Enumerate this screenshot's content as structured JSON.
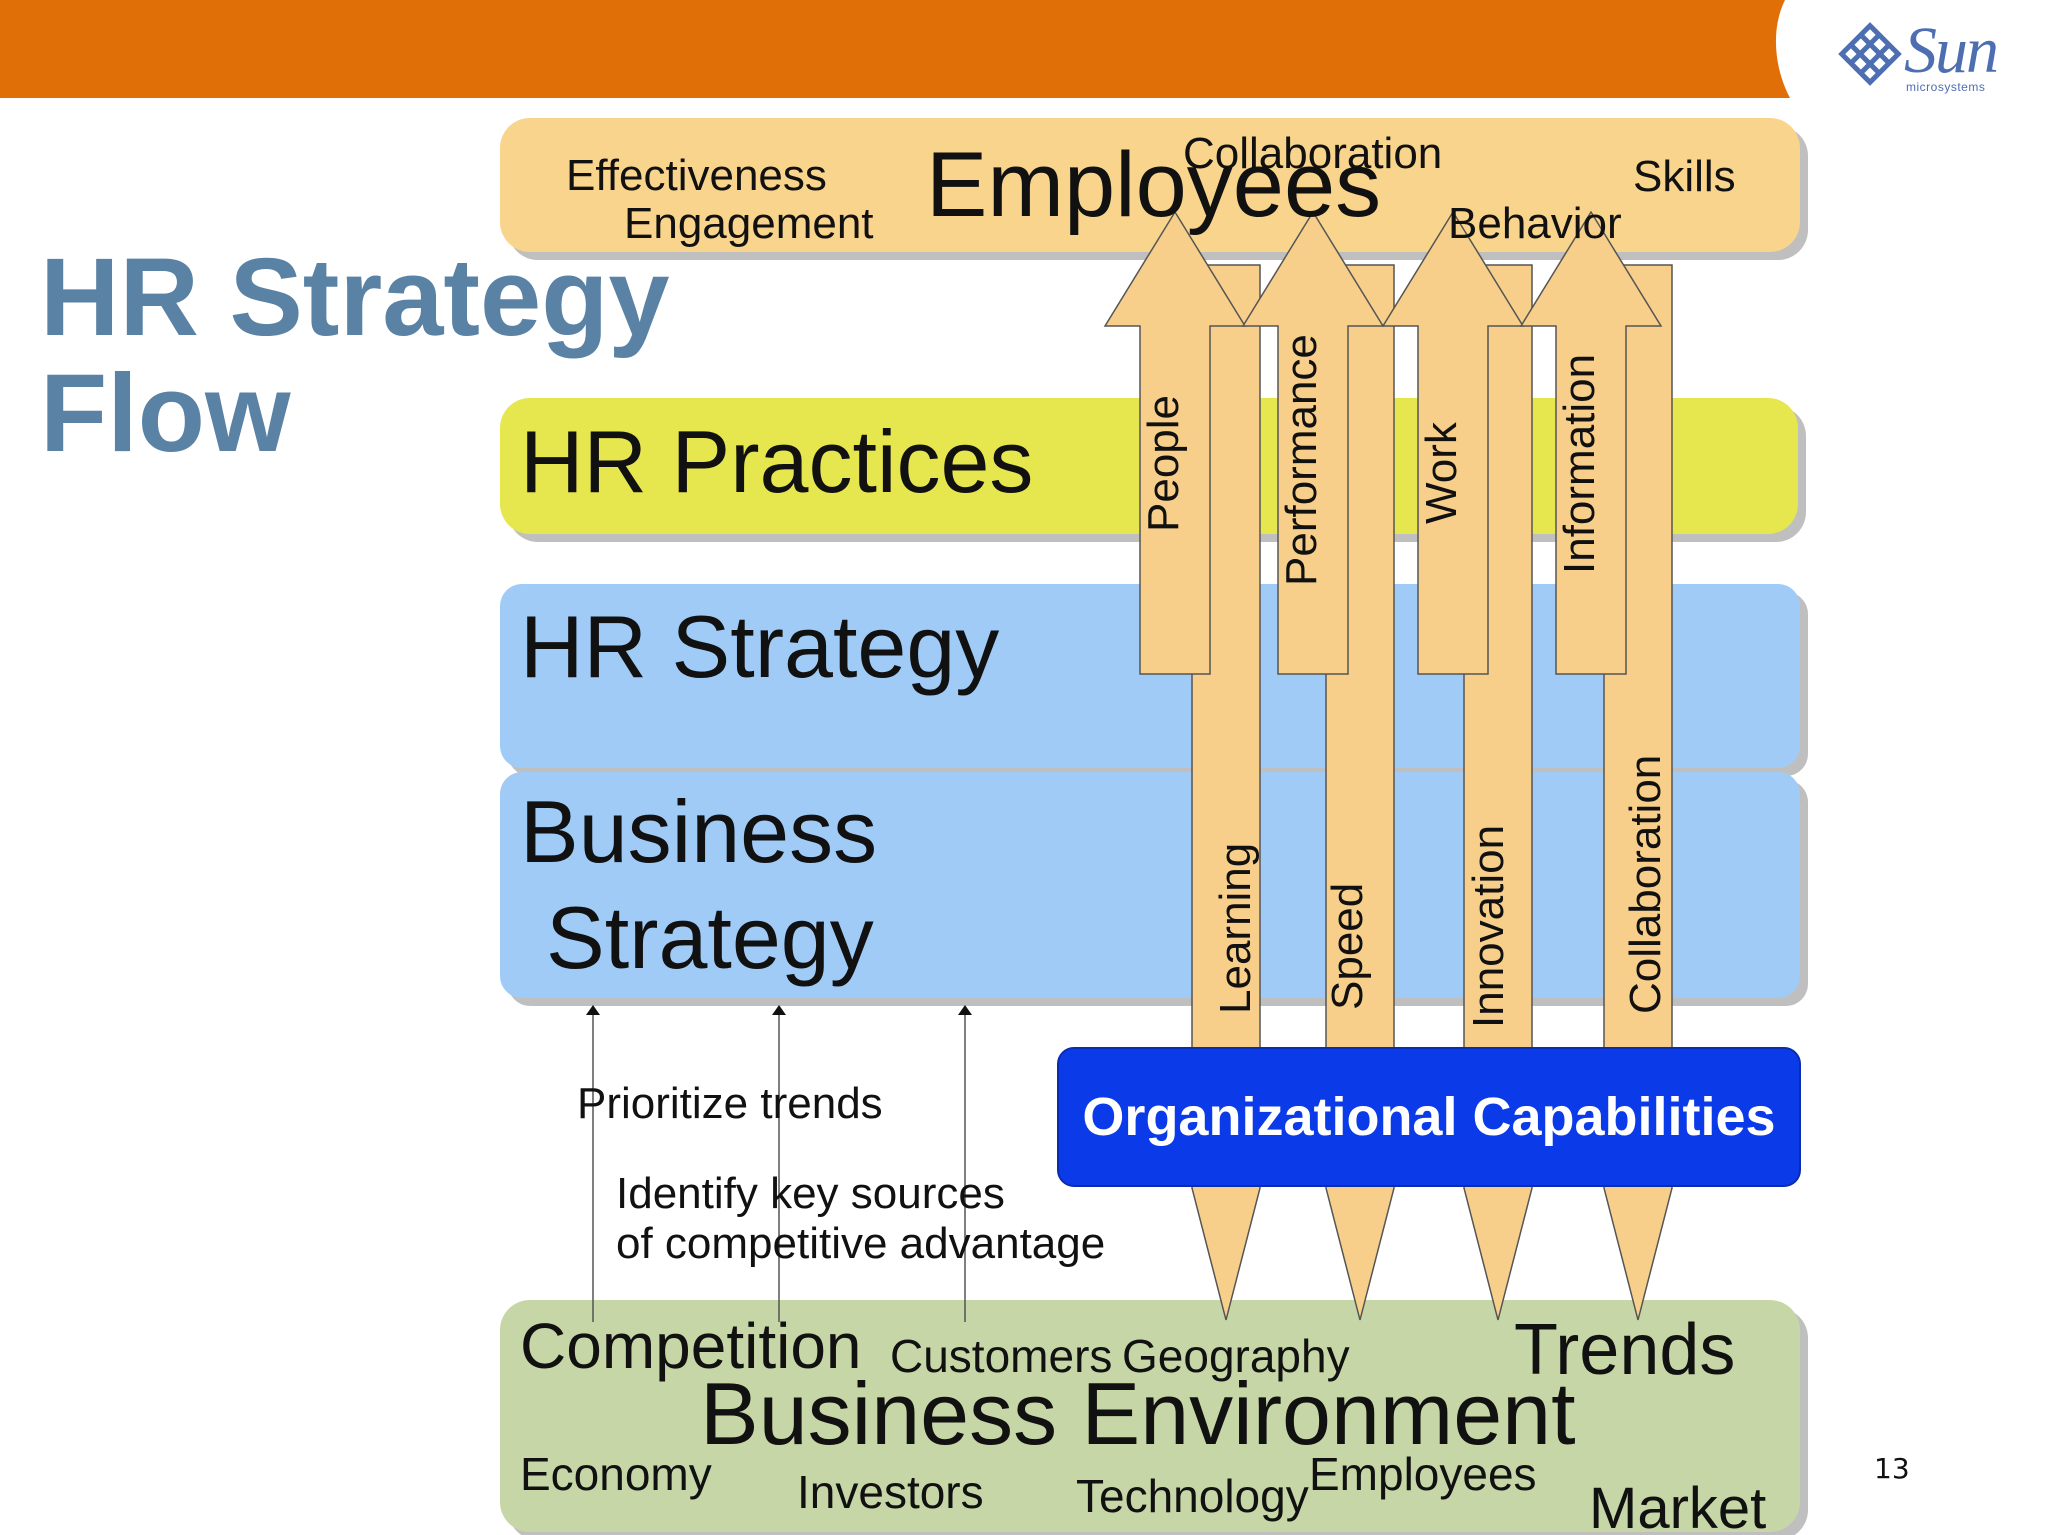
{
  "slide": {
    "title_line1": "HR Strategy",
    "title_line2": "Flow",
    "page_number": "13",
    "logo": {
      "word": "Sun",
      "sub": "microsystems"
    }
  },
  "colors": {
    "header_bar": "#e16f08",
    "employees_band": "#f8d48c",
    "practices_band": "#e6e64e",
    "strategy_band": "#9fcbf6",
    "environment_band": "#c6d6a6",
    "capabilities_box": "#0b3be8",
    "arrow_fill": "#f7cf8a",
    "title_blue": "#5a82a5"
  },
  "layers": {
    "employees": {
      "label": "Employees",
      "words": [
        "Effectiveness",
        "Engagement",
        "Collaboration",
        "Skills",
        "Behavior"
      ]
    },
    "hr_practices": {
      "label": "HR Practices"
    },
    "hr_strategy": {
      "label": "HR Strategy"
    },
    "business_strategy": {
      "label_line1": "Business",
      "label_line2": "Strategy"
    },
    "org_capabilities": {
      "label": "Organizational Capabilities"
    },
    "business_environment": {
      "label": "Business Environment",
      "words": [
        "Competition",
        "Customers",
        "Geography",
        "Trends",
        "Economy",
        "Investors",
        "Technology",
        "Employees",
        "Market"
      ]
    }
  },
  "up_arrows": [
    "People",
    "Performance",
    "Work",
    "Information"
  ],
  "capability_arrows": [
    "Learning",
    "Speed",
    "Innovation",
    "Collaboration"
  ],
  "annotations": {
    "prioritize": "Prioritize trends",
    "identify_line1": "Identify key sources",
    "identify_line2": "of competitive advantage"
  }
}
